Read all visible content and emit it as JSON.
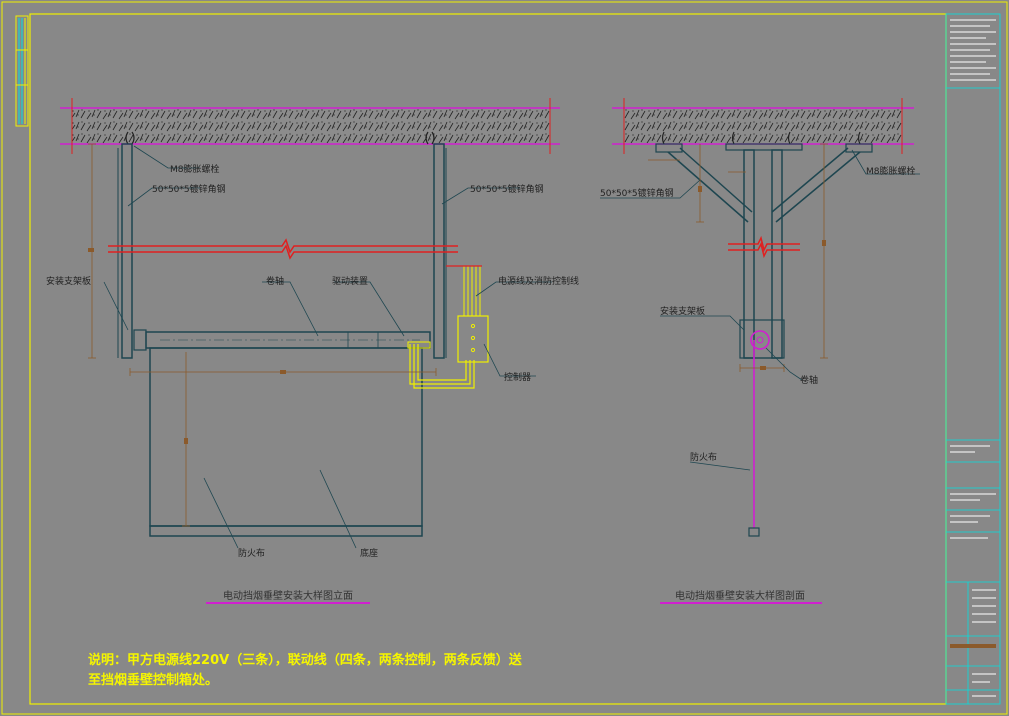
{
  "elevation": {
    "title": "电动挡烟垂壁安装大样图立面",
    "labels": {
      "bolt": "M8膨胀螺栓",
      "steel_left": "50*50*5镀锌角钢",
      "steel_right": "50*50*5镀锌角钢",
      "bracket": "安装支架板",
      "roller": "卷轴",
      "drive": "驱动装置",
      "cable": "电源线及消防控制线",
      "controller": "控制器",
      "cloth": "防火布",
      "base": "底座"
    }
  },
  "section": {
    "title": "电动挡烟垂壁安装大样图剖面",
    "labels": {
      "steel": "50*50*5镀锌角钢",
      "bolt": "M8膨胀螺栓",
      "bracket": "安装支架板",
      "roller": "卷轴",
      "cloth": "防火布"
    }
  },
  "note": {
    "line1": "说明：甲方电源线220V（三条），联动线（四条，两条控制，两条反馈）送",
    "line2": "至挡烟垂壁控制箱处。"
  },
  "colors": {
    "background": "#888888",
    "frame": "#f0f000",
    "structure": "#1e4650",
    "dimension": "#8b5a2b",
    "cut_line": "#e02020",
    "title_underline": "#d020d0",
    "cloth_line": "#d020d0",
    "title_block": "#00e0e0"
  }
}
